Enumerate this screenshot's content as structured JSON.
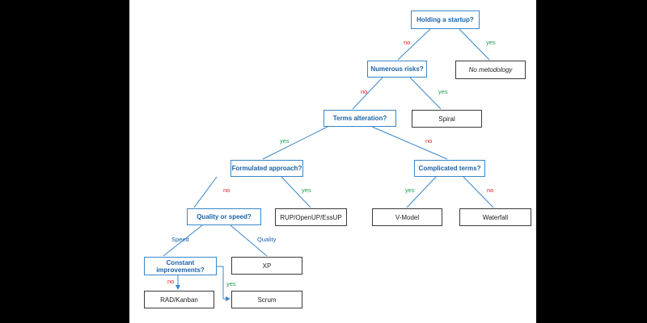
{
  "colors": {
    "decision_border": "#3a87c8",
    "decision_text": "#1a62a8",
    "edge": "#3a87c8",
    "no": "#e0201f",
    "yes": "#1f9a56",
    "outcome_border": "#3b3b3b"
  },
  "nodes": {
    "startup": "Holding a startup?",
    "no_methodology": "No metodology",
    "risks": "Numerous risks?",
    "spiral": "Spiral",
    "terms_alteration": "Terms alteration?",
    "formulated": "Formulated approach?",
    "complicated": "Complicated terms?",
    "quality_speed": "Quality or speed?",
    "rup": "RUP/OpenUP/EssUP",
    "vmodel": "V-Model",
    "waterfall": "Waterfall",
    "constant": "Constant improvements?",
    "xp": "XP",
    "rad": "RAD/Kanban",
    "scrum": "Scrum"
  },
  "edge_labels": {
    "no": "no",
    "yes": "yes",
    "speed": "Speed",
    "quality": "Quality"
  }
}
